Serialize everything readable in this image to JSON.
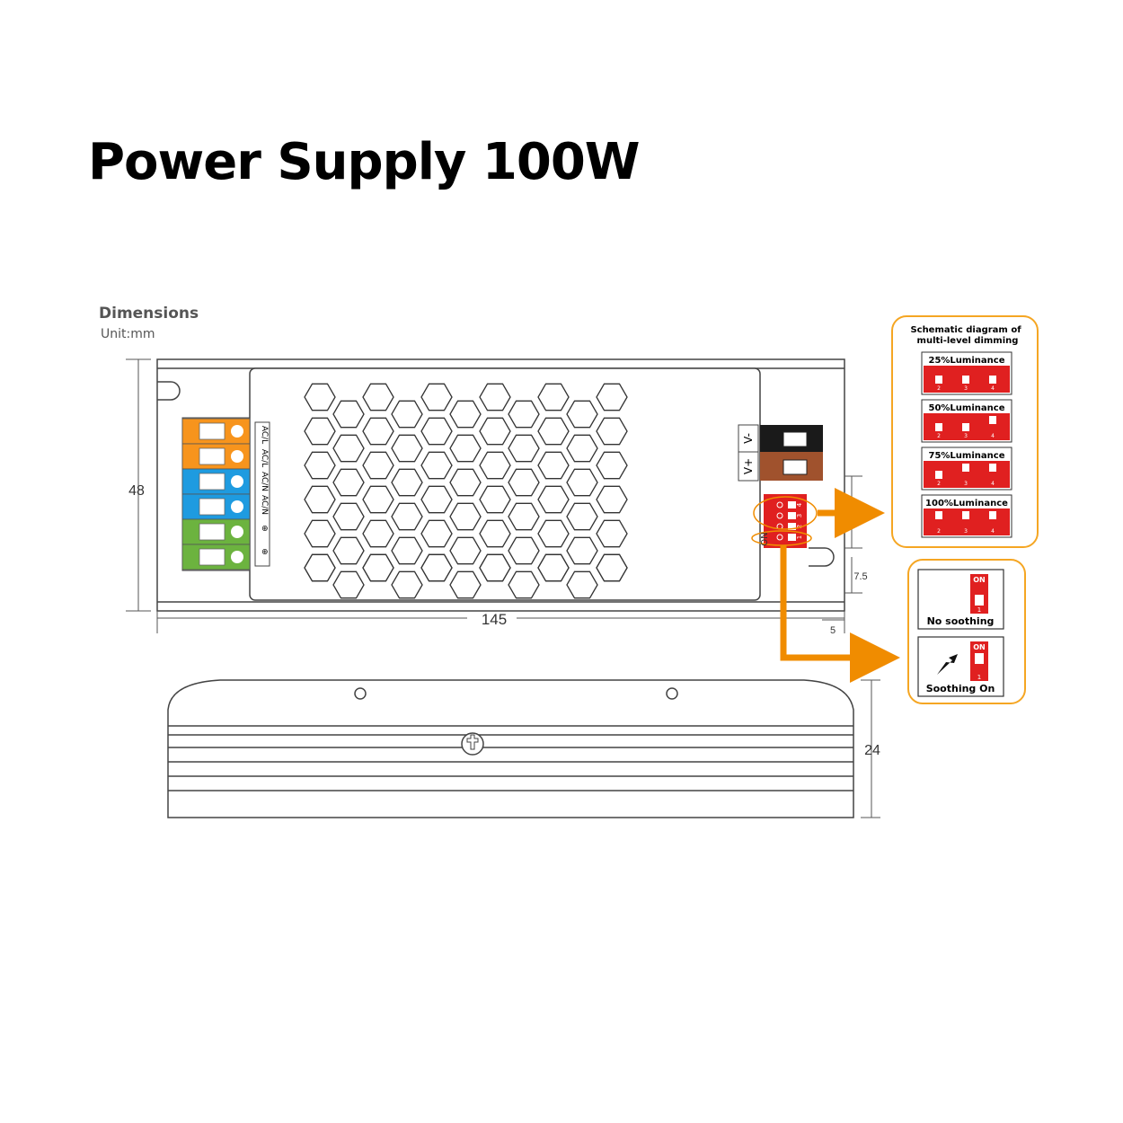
{
  "title": "Power Supply 100W",
  "dimensions": {
    "heading": "Dimensions",
    "unit": "Unit:mm"
  },
  "measurements": {
    "height": "48",
    "length": "145",
    "dip_offset": "16.5",
    "notch": "7.5",
    "edge": "5",
    "depth": "24"
  },
  "input_terminals": [
    "AC/L",
    "AC/L",
    "AC/N",
    "AC/N",
    "⊕",
    "⊕"
  ],
  "output_terminals": {
    "negative": "V-",
    "positive": "V+"
  },
  "dip_switch": {
    "on_label": "ON",
    "pins": [
      "1",
      "2",
      "3",
      "4"
    ]
  },
  "dimming_panel": {
    "title_line1": "Schematic diagram of",
    "title_line2": "multi-level dimming",
    "levels": [
      {
        "label": "25%Luminance",
        "pins": [
          "2",
          "3",
          "4"
        ]
      },
      {
        "label": "50%Luminance",
        "pins": [
          "2",
          "3",
          "4"
        ]
      },
      {
        "label": "75%Luminance",
        "pins": [
          "2",
          "3",
          "4"
        ]
      },
      {
        "label": "100%Luminance",
        "pins": [
          "2",
          "3",
          "4"
        ]
      }
    ]
  },
  "soothing_panel": {
    "options": [
      {
        "label": "No soothing",
        "switch_on": "ON",
        "switch_pin": "1"
      },
      {
        "label": "Soothing On",
        "switch_on": "ON",
        "switch_pin": "1"
      }
    ]
  },
  "colors": {
    "accent_orange": "#f08c00",
    "switch_red": "#e02020",
    "terminal_orange": "#f7941d",
    "terminal_blue": "#1e9be0",
    "terminal_green": "#6cb33f",
    "output_brown": "#a0522d",
    "output_black": "#111111"
  }
}
